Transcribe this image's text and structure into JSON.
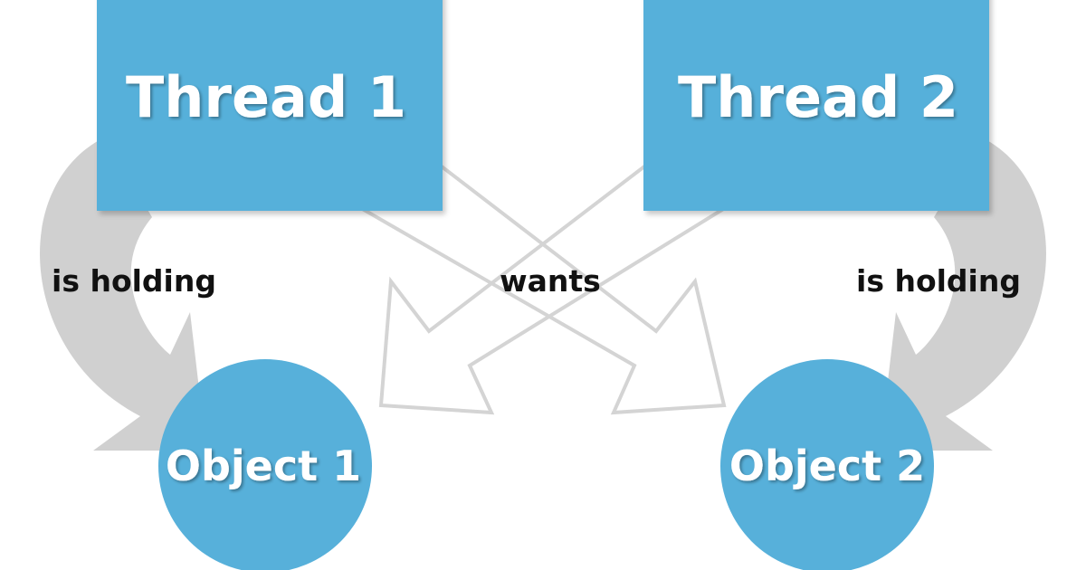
{
  "colors": {
    "node_fill": "#57b0da",
    "curved_arrow": "#d0d0d0",
    "outline_arrow": "#d4d4d4",
    "edge_label": "#111111",
    "node_label": "#ffffff"
  },
  "nodes": {
    "thread1": "Thread 1",
    "thread2": "Thread 2",
    "object1": "Object 1",
    "object2": "Object 2"
  },
  "edges": {
    "thread1_holding": "is holding",
    "thread2_holding": "is holding",
    "wants": "wants"
  }
}
